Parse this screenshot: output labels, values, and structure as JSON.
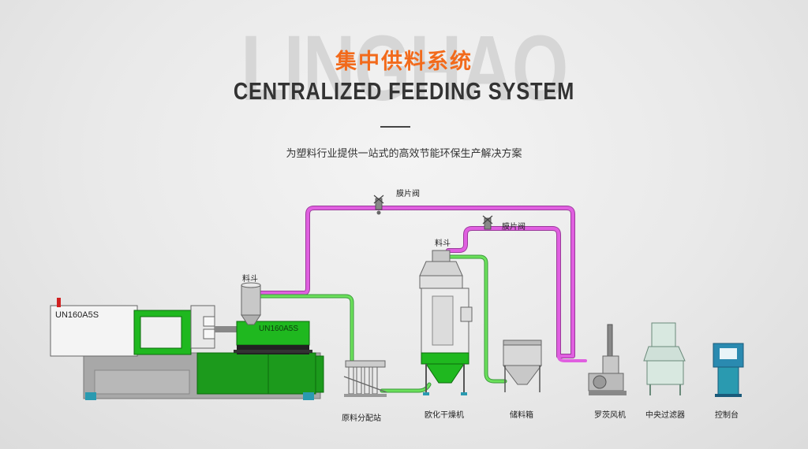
{
  "watermark": "LINGHAO",
  "title_cn": "集中供料系统",
  "title_en": "CENTRALIZED FEEDING SYSTEM",
  "subtitle": "为塑料行业提供一站式的高效节能环保生产解决方案",
  "machine_model": "UN160A5S",
  "labels": {
    "membrane_valve_1": "膜片阀",
    "membrane_valve_2": "膜片阀",
    "hopper_1": "料斗",
    "hopper_2": "料斗",
    "distribution_station": "原料分配站",
    "dryer": "欧化干燥机",
    "storage_bin": "储料箱",
    "roots_blower": "罗茨风机",
    "central_filter": "中央过滤器",
    "control_console": "控制台"
  },
  "colors": {
    "title_accent": "#f26a1b",
    "vacuum_line": "#d64ad6",
    "material_line": "#5ad64a",
    "machine_green": "#1fb81f"
  }
}
